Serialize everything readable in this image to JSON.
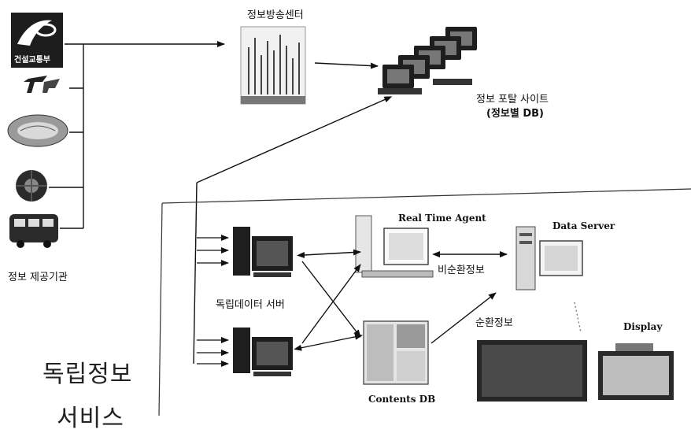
{
  "providers": {
    "agency_logo_text": "건설교통부",
    "caption": "정보 제공기관"
  },
  "broadcast_center": {
    "title": "정보방송센터"
  },
  "portal": {
    "line1": "정보 포탈 사이트",
    "line2": "(정보별 DB)"
  },
  "independent": {
    "data_server_caption": "독립데이터 서버",
    "real_time_agent": "Real Time Agent",
    "data_server": "Data Server",
    "contents_db": "Contents DB",
    "display": "Display",
    "noncyclic_info": "비순환정보",
    "cyclic_info": "순환정보"
  },
  "bottom_title": {
    "line1": "독립정보",
    "line2": "서비스"
  },
  "colors": {
    "line": "#111111",
    "frame": "#333333",
    "screen": "#222222"
  }
}
